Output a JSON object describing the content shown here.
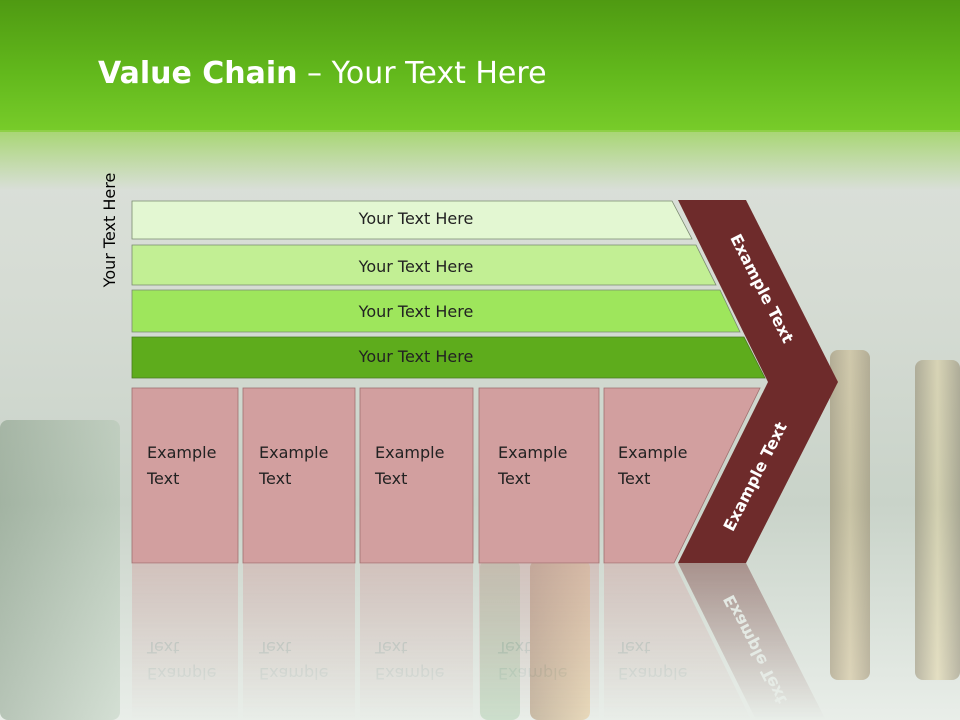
{
  "slide": {
    "title_bold": "Value Chain",
    "title_rest": " – Your Text Here"
  },
  "side_label": "Your Text Here",
  "bars": [
    {
      "label": "Your Text Here",
      "color": "#e3f7d2"
    },
    {
      "label": "Your Text Here",
      "color": "#c2ef94"
    },
    {
      "label": "Your Text Here",
      "color": "#9ee65c"
    },
    {
      "label": "Your Text Here",
      "color": "#5eac1c"
    }
  ],
  "boxes": [
    {
      "line1": "Example",
      "line2": "Text"
    },
    {
      "line1": "Example",
      "line2": "Text"
    },
    {
      "line1": "Example",
      "line2": "Text"
    },
    {
      "line1": "Example",
      "line2": "Text"
    },
    {
      "line1": "Example",
      "line2": "Text"
    }
  ],
  "chevron": {
    "upper_text": "Example Text",
    "lower_text": "Example Text",
    "color": "#6e2b2b"
  },
  "colors": {
    "box": "#d29f9f",
    "header": "#62b81c"
  }
}
